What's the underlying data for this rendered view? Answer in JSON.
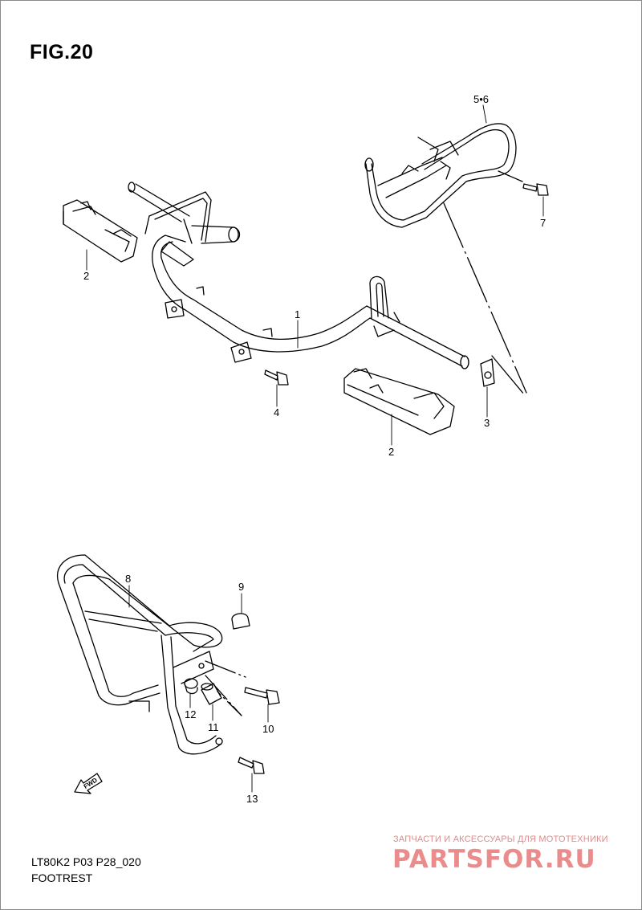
{
  "figure": {
    "title": "FIG.20",
    "code": "LT80K2 P03 P28_020",
    "caption": "FOOTREST"
  },
  "callouts": {
    "c1": "1",
    "c2a": "2",
    "c2b": "2",
    "c3": "3",
    "c4": "4",
    "c56": "5•6",
    "c7": "7",
    "c8": "8",
    "c9": "9",
    "c10": "10",
    "c11": "11",
    "c12": "12",
    "c13": "13"
  },
  "fwd_label": "FWD",
  "watermark": {
    "line1": "ЗАПЧАСТИ И АКСЕССУАРЫ ДЛЯ МОТОТЕХНИКИ",
    "logo": "PARTSFOR.RU",
    "color": "#ea8c8c"
  }
}
